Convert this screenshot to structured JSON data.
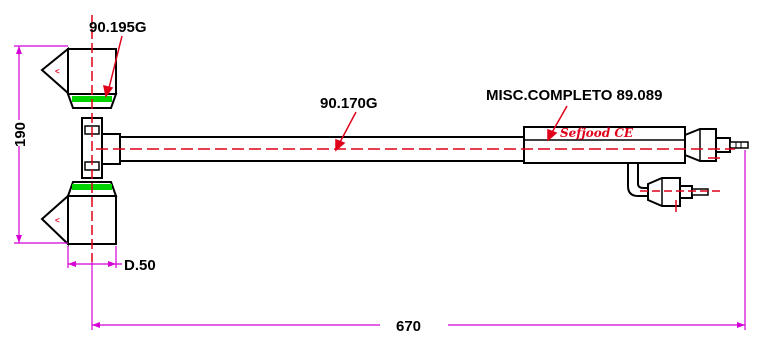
{
  "labels": {
    "top_head_code": "90.195G",
    "tube_code": "90.170G",
    "mixer_code": "MISC.COMPLETO 89.089",
    "brand": "Sefjood CE",
    "height_dim": "190",
    "length_dim": "670",
    "diameter_dim": "D.50"
  },
  "colors": {
    "outline": "#000000",
    "center_line": "#e0001a",
    "dimension": "#d400d4",
    "ring": "#00d400",
    "leader": "#e0001a"
  }
}
